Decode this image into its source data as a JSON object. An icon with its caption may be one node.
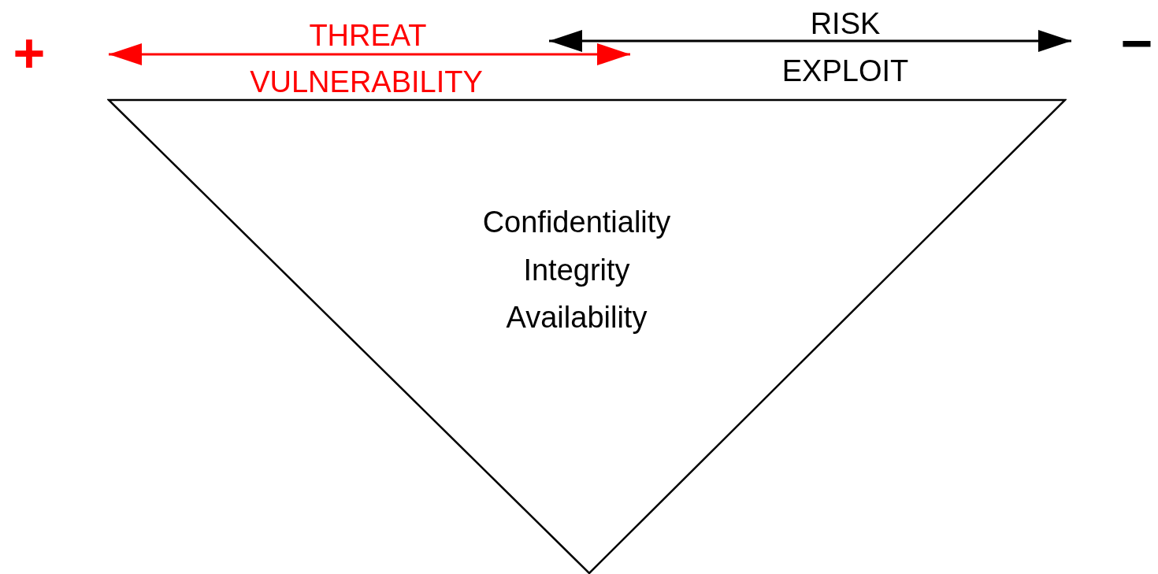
{
  "diagram": {
    "nodes": [
      {
        "text": [
          "Confidentiality",
          "Integrity",
          "Availability"
        ]
      }
    ],
    "edges": [],
    "labels": [
      "+",
      "THREAT",
      "RISK",
      "EXPLOIT",
      "VULNERABILITY",
      "−"
    ]
  }
}
